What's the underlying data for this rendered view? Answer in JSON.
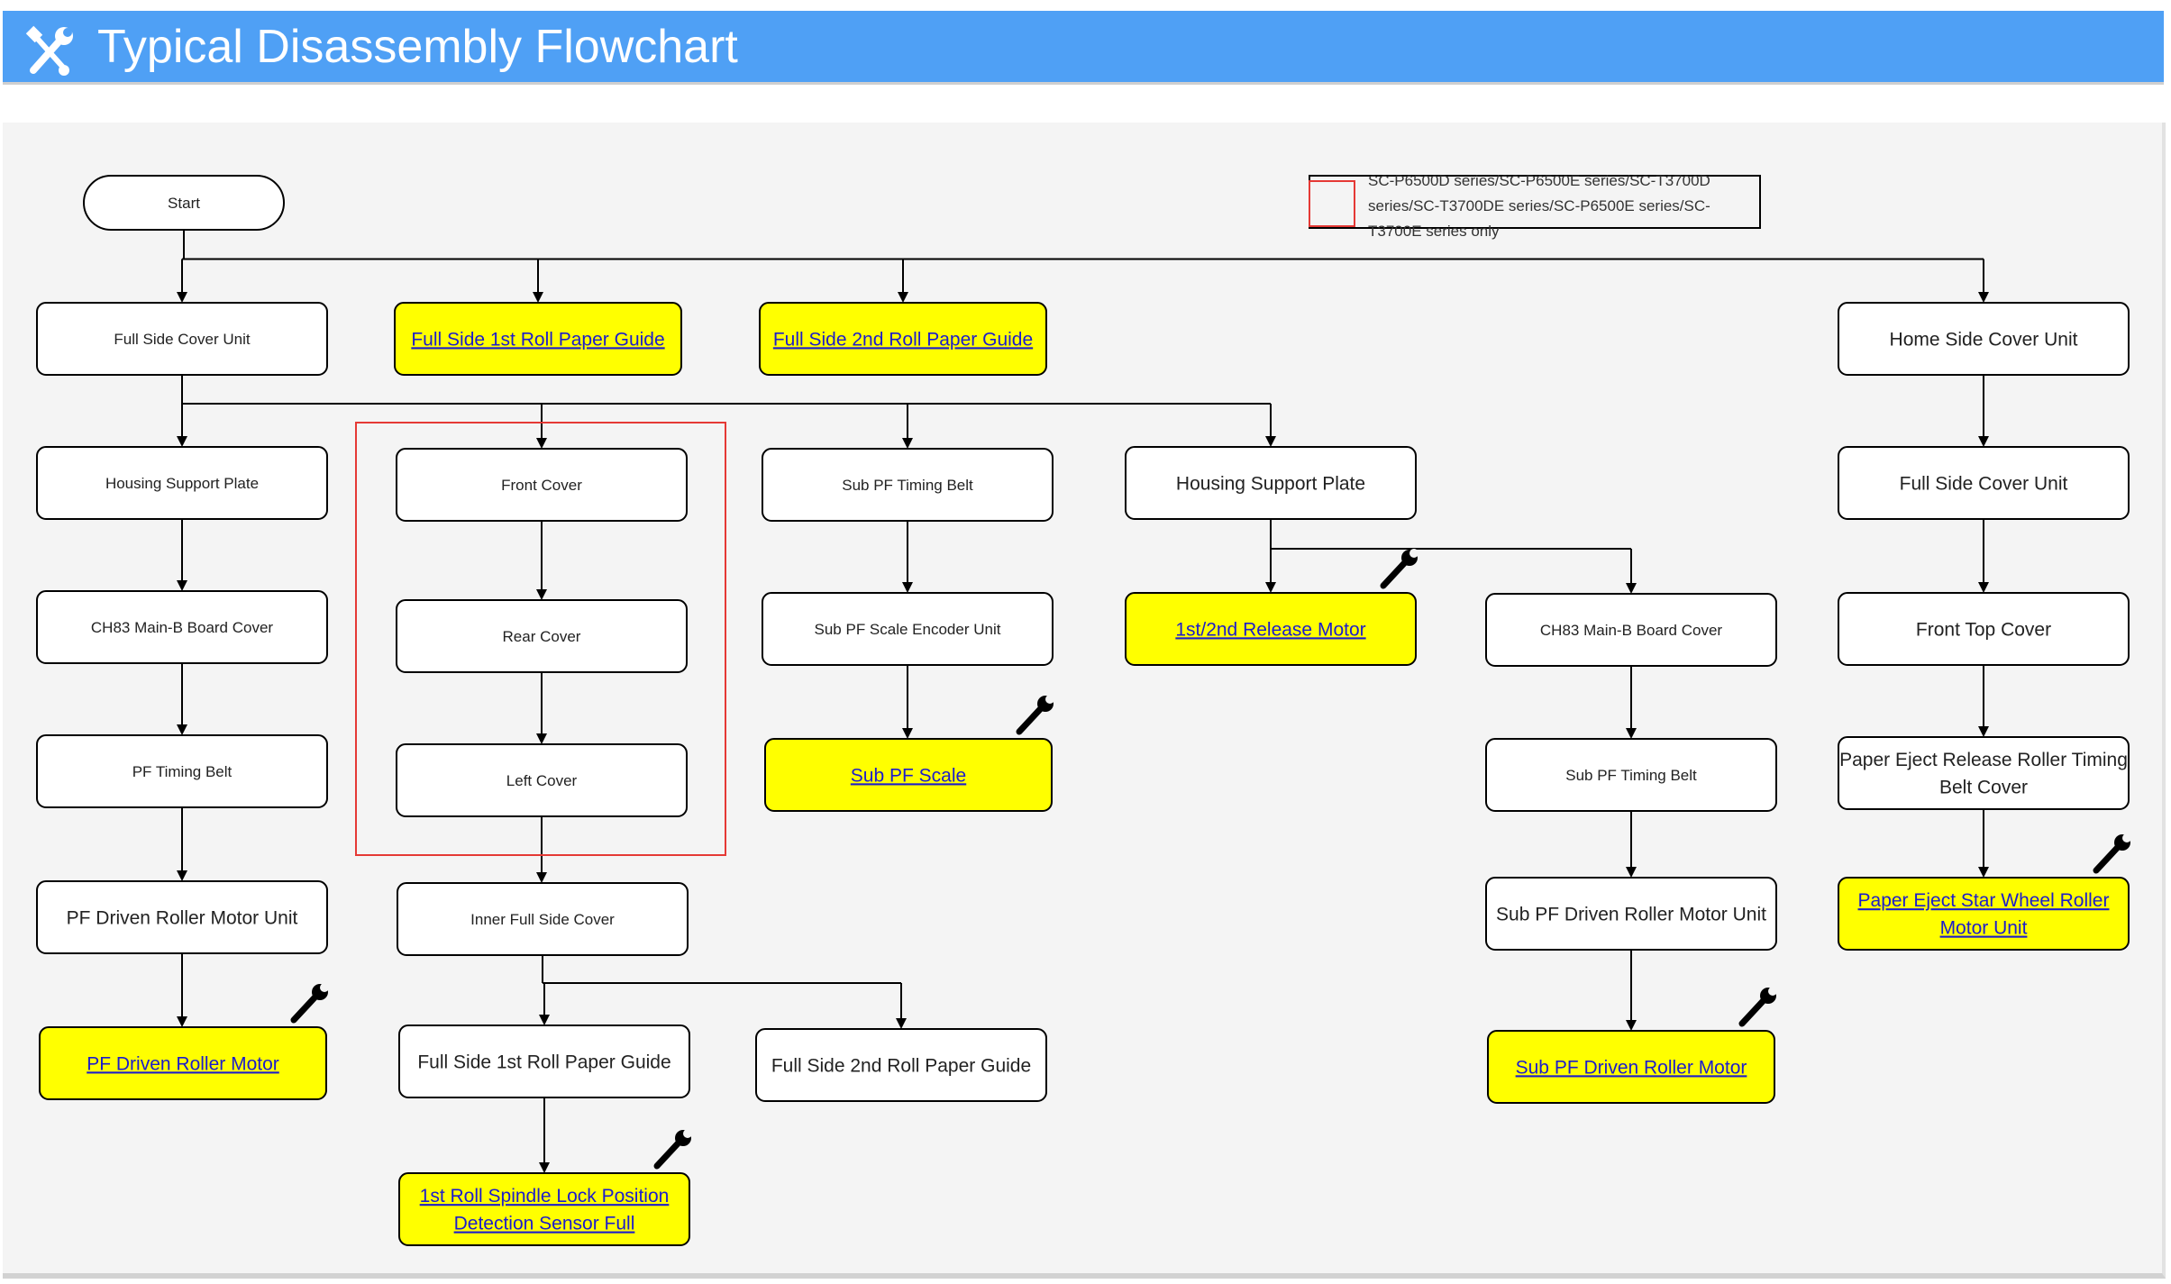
{
  "header": {
    "title": "Typical Disassembly Flowchart",
    "icon": "tools-icon",
    "color": "#4fa0f5"
  },
  "legend": {
    "lines": [
      "SC-P6500D series/SC-P6500E series/SC-T3700D",
      "series/SC-T3700DE series/SC-P6500E series/SC-",
      "T3700E series only"
    ],
    "box_color": "#e53935"
  },
  "colors": {
    "highlight": "#ffff00",
    "node": "#ffffff",
    "line": "#000000",
    "link": "#1c1ccc"
  },
  "nodes": [
    {
      "id": "start",
      "lines": [
        "Start"
      ],
      "highlight": false,
      "shape": "pill"
    },
    {
      "id": "c1_r1",
      "lines": [
        "Full Side Cover Unit"
      ],
      "highlight": false
    },
    {
      "id": "c2_r1",
      "lines": [
        "Full Side 1st Roll Paper Guide"
      ],
      "highlight": true
    },
    {
      "id": "c3_r1",
      "lines": [
        "Full Side 2nd Roll Paper Guide"
      ],
      "highlight": true
    },
    {
      "id": "c6_r1",
      "lines": [
        "Home Side Cover Unit"
      ],
      "highlight": false
    },
    {
      "id": "c1_r2",
      "lines": [
        "Housing Support Plate"
      ],
      "highlight": false
    },
    {
      "id": "c2_r2",
      "lines": [
        "Front Cover"
      ],
      "highlight": false
    },
    {
      "id": "c3_r2",
      "lines": [
        "Sub PF Timing Belt"
      ],
      "highlight": false
    },
    {
      "id": "c4_r2",
      "lines": [
        "Housing Support Plate"
      ],
      "highlight": false
    },
    {
      "id": "c6_r2",
      "lines": [
        "Full Side Cover Unit"
      ],
      "highlight": false
    },
    {
      "id": "c1_r3",
      "lines": [
        "CH83 Main-B Board Cover"
      ],
      "highlight": false
    },
    {
      "id": "c2_r3",
      "lines": [
        "Rear Cover"
      ],
      "highlight": false
    },
    {
      "id": "c3_r3",
      "lines": [
        "Sub PF Scale Encoder Unit"
      ],
      "highlight": false
    },
    {
      "id": "c4_r3",
      "lines": [
        "1st/2nd Release Motor"
      ],
      "highlight": true
    },
    {
      "id": "c5_r3",
      "lines": [
        "CH83 Main-B Board Cover"
      ],
      "highlight": false
    },
    {
      "id": "c6_r3",
      "lines": [
        "Front Top Cover"
      ],
      "highlight": false
    },
    {
      "id": "c1_r4",
      "lines": [
        "PF Timing Belt"
      ],
      "highlight": false
    },
    {
      "id": "c2_r4",
      "lines": [
        "Left Cover"
      ],
      "highlight": false
    },
    {
      "id": "c3_r4",
      "lines": [
        "Sub PF Scale"
      ],
      "highlight": true
    },
    {
      "id": "c5_r4",
      "lines": [
        "Sub PF Timing Belt"
      ],
      "highlight": false
    },
    {
      "id": "c6_r4",
      "lines": [
        "Paper Eject Release Roller Timing",
        "Belt Cover"
      ],
      "highlight": false
    },
    {
      "id": "c1_r5",
      "lines": [
        "PF Driven Roller Motor Unit"
      ],
      "highlight": false
    },
    {
      "id": "c2_r5",
      "lines": [
        "Inner Full Side Cover"
      ],
      "highlight": false
    },
    {
      "id": "c5_r5",
      "lines": [
        "Sub PF Driven Roller Motor Unit"
      ],
      "highlight": false
    },
    {
      "id": "c6_r5",
      "lines": [
        "Paper Eject Star Wheel Roller",
        "Motor Unit"
      ],
      "highlight": true
    },
    {
      "id": "c1_r6",
      "lines": [
        "PF Driven Roller Motor"
      ],
      "highlight": true
    },
    {
      "id": "c2_r6",
      "lines": [
        "Full Side 1st Roll Paper Guide"
      ],
      "highlight": false
    },
    {
      "id": "c3_r6",
      "lines": [
        "Full Side 2nd Roll Paper Guide"
      ],
      "highlight": false
    },
    {
      "id": "c5_r6",
      "lines": [
        "Sub PF Driven Roller Motor"
      ],
      "highlight": true
    },
    {
      "id": "c2_r7",
      "lines": [
        "1st Roll Spindle Lock Position",
        "Detection Sensor Full"
      ],
      "highlight": true
    }
  ],
  "edges": [
    [
      "start",
      "c1_r1"
    ],
    [
      "start",
      "c2_r1"
    ],
    [
      "start",
      "c3_r1"
    ],
    [
      "start",
      "c6_r1"
    ],
    [
      "c1_r1",
      "c1_r2"
    ],
    [
      "c1_r1",
      "c2_r2"
    ],
    [
      "c1_r1",
      "c3_r2"
    ],
    [
      "c1_r1",
      "c4_r2"
    ],
    [
      "c1_r2",
      "c1_r3"
    ],
    [
      "c1_r3",
      "c1_r4"
    ],
    [
      "c1_r4",
      "c1_r5"
    ],
    [
      "c1_r5",
      "c1_r6"
    ],
    [
      "c2_r2",
      "c2_r3"
    ],
    [
      "c2_r3",
      "c2_r4"
    ],
    [
      "c2_r4",
      "c2_r5"
    ],
    [
      "c2_r5",
      "c2_r6"
    ],
    [
      "c2_r5",
      "c3_r6"
    ],
    [
      "c2_r6",
      "c2_r7"
    ],
    [
      "c3_r2",
      "c3_r3"
    ],
    [
      "c3_r3",
      "c3_r4"
    ],
    [
      "c4_r2",
      "c4_r3"
    ],
    [
      "c4_r2",
      "c5_r3"
    ],
    [
      "c5_r3",
      "c5_r4"
    ],
    [
      "c5_r4",
      "c5_r5"
    ],
    [
      "c5_r5",
      "c5_r6"
    ],
    [
      "c6_r1",
      "c6_r2"
    ],
    [
      "c6_r2",
      "c6_r3"
    ],
    [
      "c6_r3",
      "c6_r4"
    ],
    [
      "c6_r4",
      "c6_r5"
    ]
  ],
  "wrench_icons": [
    "c1_r6",
    "c3_r4",
    "c4_r3",
    "c5_r6",
    "c6_r5",
    "c2_r7"
  ]
}
